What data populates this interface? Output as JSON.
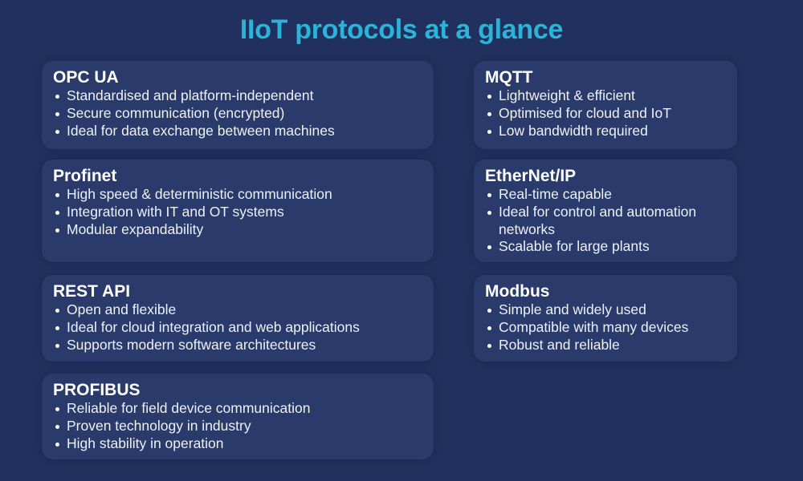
{
  "header": {
    "title": "IIoT protocols at a glance"
  },
  "colors": {
    "background": "#21305e",
    "card": "#2a3a6a",
    "title": "#2cb4d8",
    "text": "#ffffff"
  },
  "cards": [
    {
      "name": "OPC UA",
      "points": [
        "Standardised and platform-independent",
        "Secure communication (encrypted)",
        "Ideal for data exchange between machines"
      ]
    },
    {
      "name": "MQTT",
      "points": [
        "Lightweight & efficient",
        "Optimised for cloud and IoT",
        "Low bandwidth required"
      ]
    },
    {
      "name": "Profinet",
      "points": [
        "High speed & deterministic communication",
        "Integration with IT and OT systems",
        "Modular expandability"
      ]
    },
    {
      "name": "EtherNet/IP",
      "points": [
        "Real-time capable",
        "Ideal for control and automation networks",
        "Scalable for large plants"
      ]
    },
    {
      "name": "REST API",
      "points": [
        "Open and flexible",
        "Ideal for cloud integration and web applications",
        "Supports modern software architectures"
      ]
    },
    {
      "name": "Modbus",
      "points": [
        "Simple and widely used",
        "Compatible with many devices",
        "Robust and reliable"
      ]
    },
    {
      "name": "PROFIBUS",
      "points": [
        "Reliable for field device communication",
        "Proven technology in industry",
        "High stability in operation"
      ]
    }
  ]
}
